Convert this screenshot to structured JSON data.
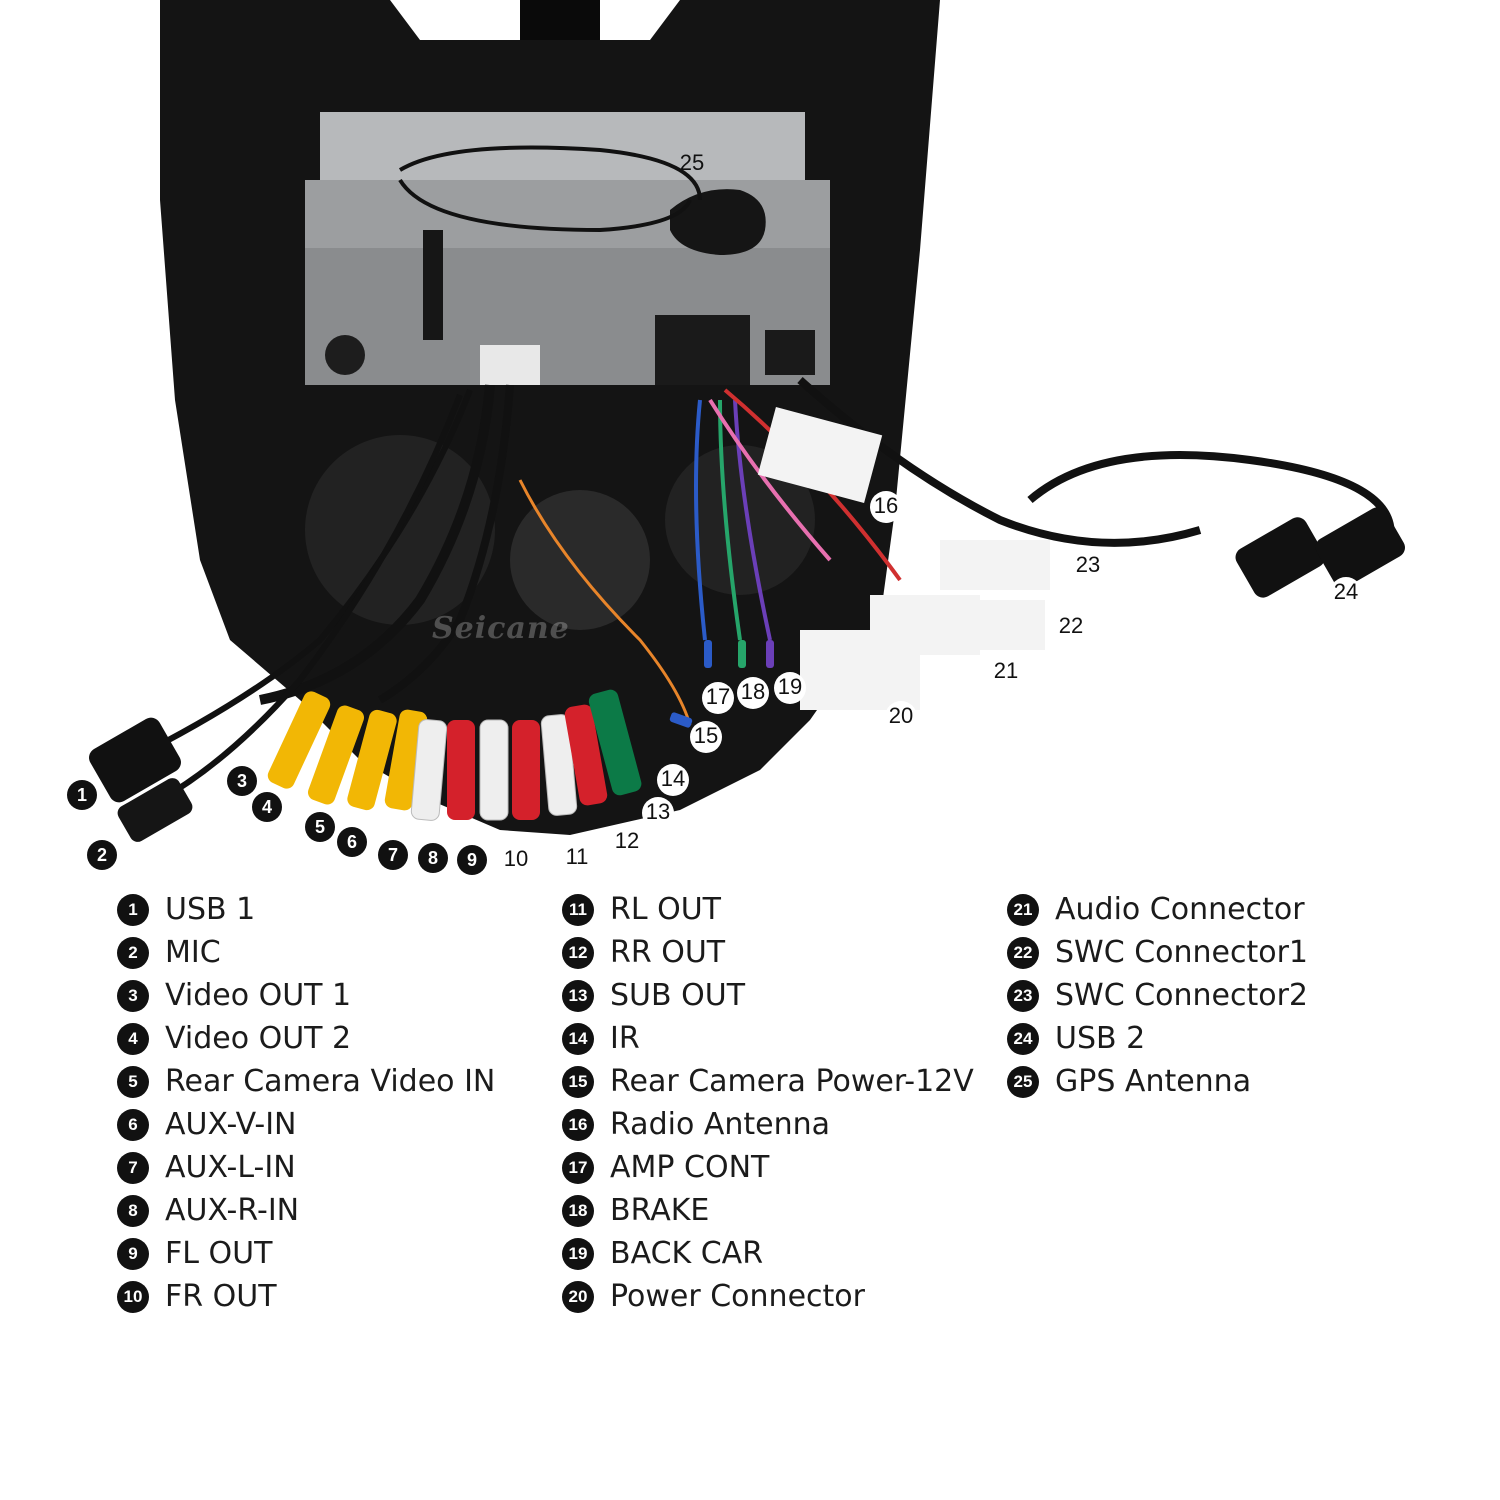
{
  "watermark": "Seicane",
  "callouts": [
    "1",
    "2",
    "3",
    "4",
    "5",
    "6",
    "7",
    "8",
    "9",
    "10",
    "11",
    "12",
    "13",
    "14",
    "15",
    "16",
    "17",
    "18",
    "19",
    "20",
    "21",
    "22",
    "23",
    "24",
    "25"
  ],
  "legend": {
    "col1": [
      {
        "num": "1",
        "label": "USB 1"
      },
      {
        "num": "2",
        "label": "MIC"
      },
      {
        "num": "3",
        "label": "Video OUT 1"
      },
      {
        "num": "4",
        "label": "Video OUT 2"
      },
      {
        "num": "5",
        "label": "Rear Camera Video IN"
      },
      {
        "num": "6",
        "label": "AUX-V-IN"
      },
      {
        "num": "7",
        "label": "AUX-L-IN"
      },
      {
        "num": "8",
        "label": "AUX-R-IN"
      },
      {
        "num": "9",
        "label": "FL OUT"
      },
      {
        "num": "10",
        "label": "FR OUT"
      }
    ],
    "col2": [
      {
        "num": "11",
        "label": "RL OUT"
      },
      {
        "num": "12",
        "label": "RR OUT"
      },
      {
        "num": "13",
        "label": "SUB OUT"
      },
      {
        "num": "14",
        "label": "IR"
      },
      {
        "num": "15",
        "label": "Rear Camera Power-12V"
      },
      {
        "num": "16",
        "label": "Radio Antenna"
      },
      {
        "num": "17",
        "label": "AMP CONT"
      },
      {
        "num": "18",
        "label": "BRAKE"
      },
      {
        "num": "19",
        "label": "BACK CAR"
      },
      {
        "num": "20",
        "label": "Power Connector"
      }
    ],
    "col3": [
      {
        "num": "21",
        "label": "Audio Connector"
      },
      {
        "num": "22",
        "label": "SWC Connector1"
      },
      {
        "num": "23",
        "label": "SWC Connector2"
      },
      {
        "num": "24",
        "label": "USB 2"
      },
      {
        "num": "25",
        "label": "GPS Antenna"
      }
    ]
  },
  "colors": {
    "rca_yellow": "#f2b705",
    "rca_red": "#d4212b",
    "rca_white": "#eeeeee",
    "rca_green": "#0c7a47",
    "frame": "#111111",
    "metal": "#a7a9ab"
  }
}
